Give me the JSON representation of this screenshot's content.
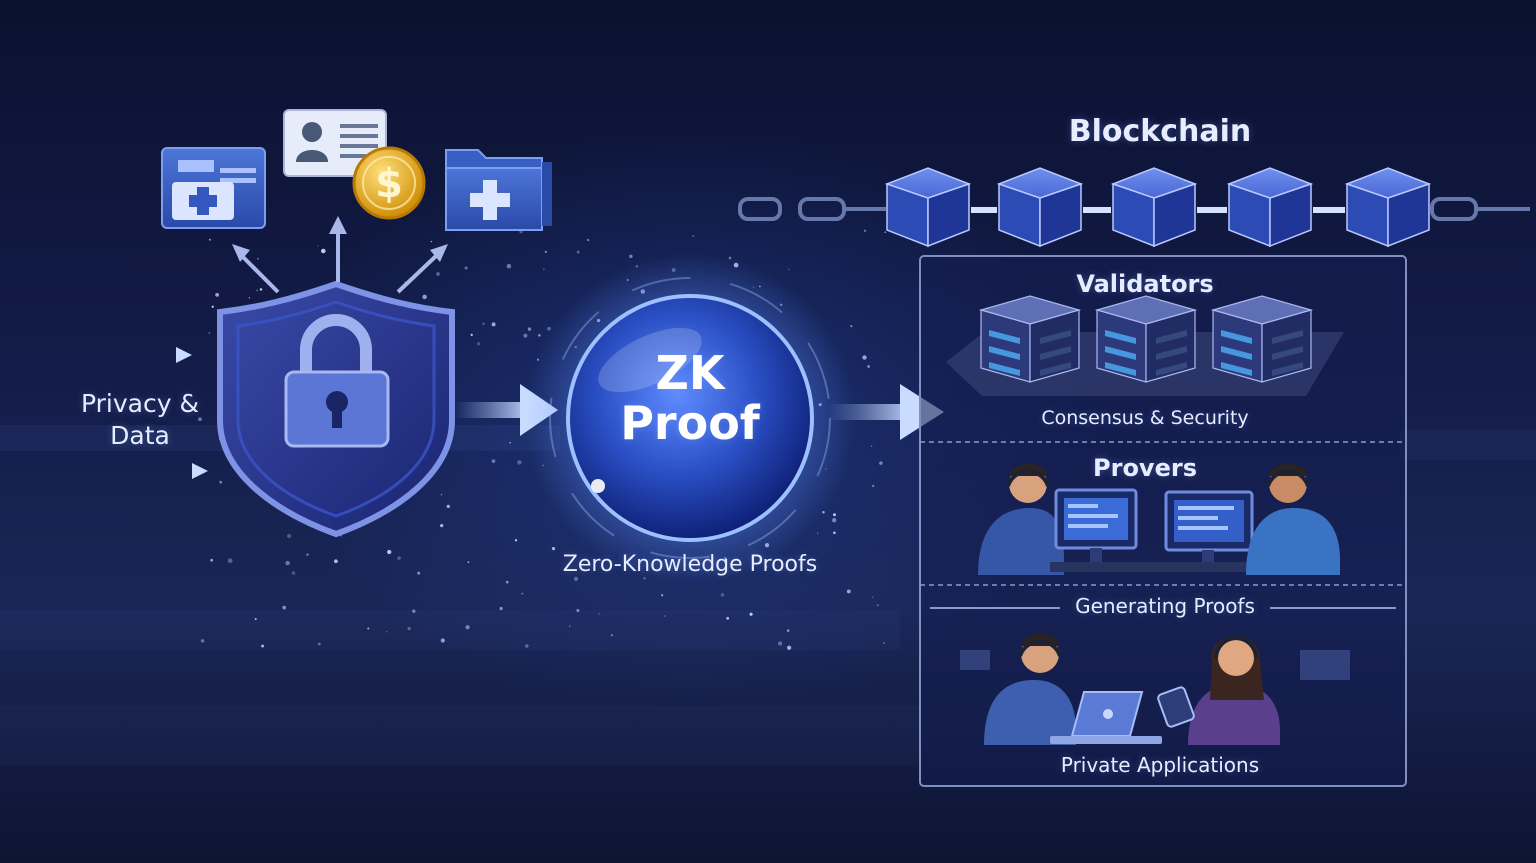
{
  "left_group": {
    "label": "Privacy & Data"
  },
  "center_group": {
    "orb_label": "ZK Proof",
    "caption": "Zero-Knowledge Proofs"
  },
  "right_group": {
    "title": "Blockchain",
    "sections": [
      {
        "title": "Validators",
        "caption": "Consensus & Security"
      },
      {
        "title": "Provers",
        "caption": "Generating Proofs"
      },
      {
        "title": "",
        "caption": "Private Applications"
      }
    ]
  },
  "icons": {
    "money_symbol": "$",
    "names": [
      "medical-folder-icon",
      "id-card-icon",
      "coin-icon",
      "health-folder-icon",
      "shield-icon",
      "padlock-icon",
      "blockchain-cube-icon",
      "server-rack-icon",
      "person-icon",
      "monitor-icon",
      "laptop-icon",
      "tablet-icon"
    ]
  },
  "colors": {
    "background": "#0b1233",
    "accent_blue": "#3d62d6",
    "glow": "#8fb4ff",
    "coin_gold": "#f2b51c",
    "text": "#e8ecff"
  }
}
